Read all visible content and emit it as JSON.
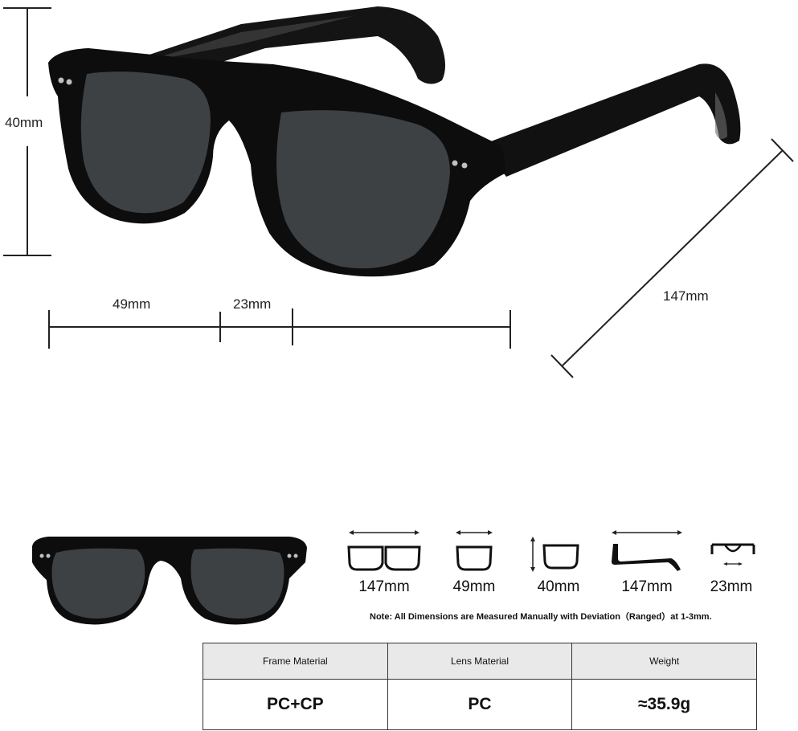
{
  "dimensions": {
    "height": "40mm",
    "lens_width": "49mm",
    "bridge": "23mm",
    "temple": "147mm"
  },
  "icons": [
    {
      "icon": "frame-width-icon",
      "label": "147mm"
    },
    {
      "icon": "lens-width-icon",
      "label": "49mm"
    },
    {
      "icon": "lens-height-icon",
      "label": "40mm"
    },
    {
      "icon": "temple-length-icon",
      "label": "147mm"
    },
    {
      "icon": "bridge-width-icon",
      "label": "23mm"
    }
  ],
  "note": "Note:  All Dimensions are Measured Manually with Deviation（Ranged）at 1-3mm.",
  "table": {
    "headers": [
      "Frame Material",
      "Lens Material",
      "Weight"
    ],
    "values": [
      "PC+CP",
      "PC",
      "≈35.9g"
    ]
  },
  "colors": {
    "frame": "#0d0d0d",
    "lens": "#3d4144",
    "header_bg": "#e9e9e9",
    "line": "#222222"
  }
}
